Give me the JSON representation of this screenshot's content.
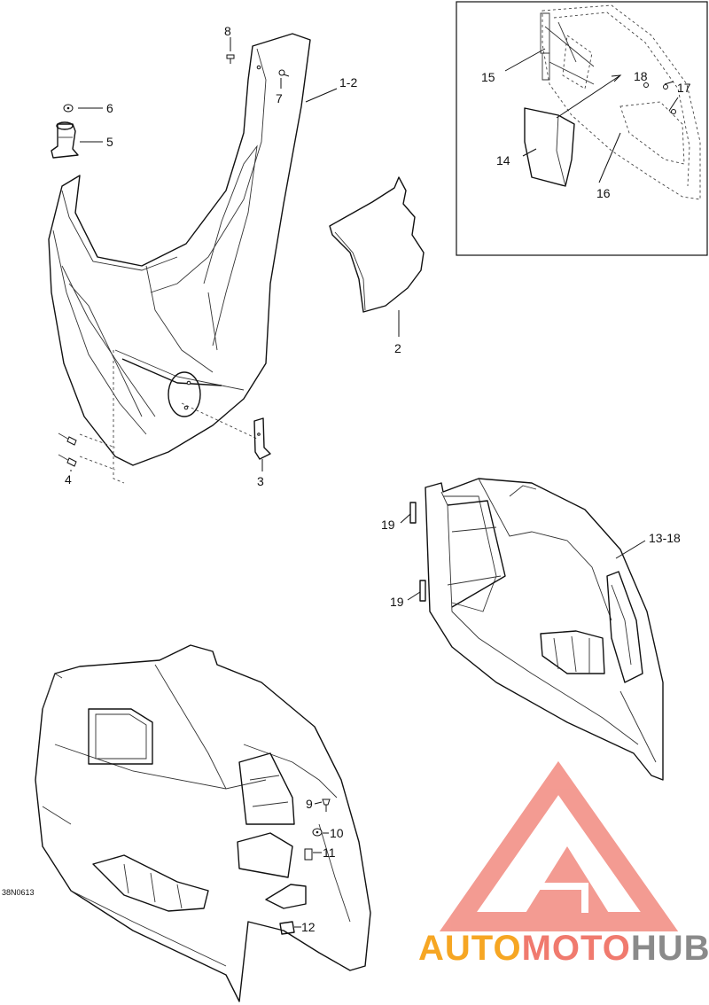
{
  "drawing_ref": "38N0613",
  "callouts": {
    "c1_2": "1-2",
    "c2": "2",
    "c3": "3",
    "c4": "4",
    "c5": "5",
    "c6": "6",
    "c7": "7",
    "c8": "8",
    "c9": "9",
    "c10": "10",
    "c11": "11",
    "c12": "12",
    "c13_18": "13-18",
    "c14": "14",
    "c15": "15",
    "c16": "16",
    "c17": "17",
    "c18": "18",
    "c19a": "19",
    "c19b": "19"
  },
  "watermark": {
    "part1": "AUTO",
    "part2": "MOTO",
    "part3": "HUB",
    "color1": "#F6A623",
    "color2": "#F07A6E",
    "color3": "#8A8A8A"
  }
}
